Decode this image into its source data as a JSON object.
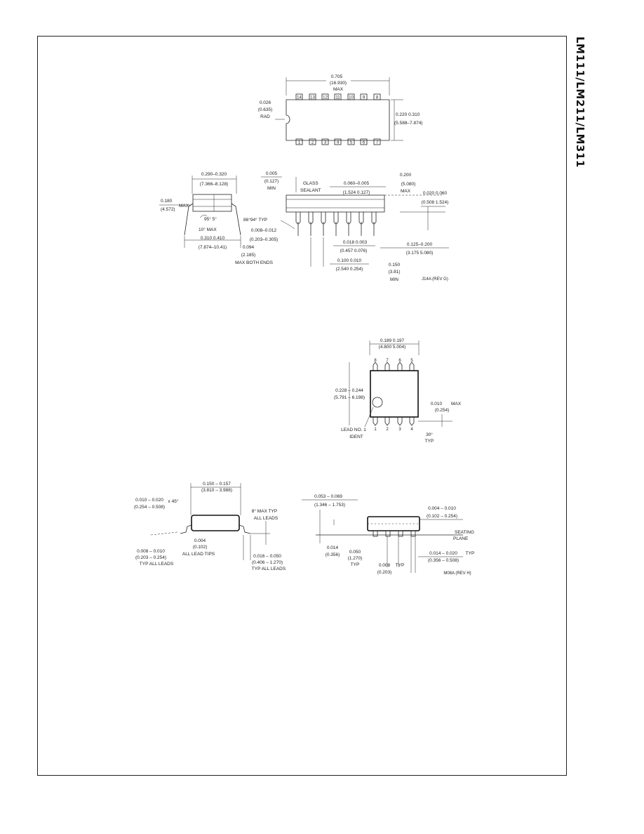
{
  "header": {
    "side_title": "LM111/LM211/LM311"
  },
  "dip14_top": {
    "top_pins": [
      "14",
      "13",
      "12",
      "11",
      "10",
      "9",
      "8"
    ],
    "bottom_pins": [
      "1",
      "2",
      "3",
      "4",
      "5",
      "6",
      "7"
    ],
    "width_in": "0.705",
    "width_mm": "(16.930)",
    "width_note": "MAX",
    "rad_in": "0.026",
    "rad_mm": "(0.635)",
    "rad_label": "RAD",
    "height_in": "0.220 0.310",
    "height_mm": "(5.588–7.874)"
  },
  "dip14_side": {
    "end_width_in": "0.290–0.320",
    "end_width_mm": "(7.366–8.128)",
    "height_in": "0.180",
    "height_mm": "(4.572)",
    "height_note": "MAX",
    "angle1": "95° 5°",
    "angle2": "10° MAX",
    "lead_spread_in": "0.310 0.410",
    "lead_spread_mm": "(7.874–10.41)",
    "min_in": "0.005",
    "min_mm": "(0.127)",
    "min_note": "MIN",
    "glass": "GLASS",
    "sealant": "SEALANT",
    "shoulder_in": "0.060–0.005",
    "shoulder_mm": "(1.524  0.127)",
    "max_h_in": "0.200",
    "max_h_mm": "(5.080)",
    "max_h_note": "MAX",
    "standoff_in": "0.020  0.060",
    "standoff_mm": "(0.508  1.524)",
    "angle_typ": "86°94° TYP",
    "thick_in": "0.008–0.012",
    "thick_mm": "(0.203–0.305)",
    "end_in": "0.094",
    "end_mm": "(2.185)",
    "end_note": "MAX BOTH ENDS",
    "lead_w_in": "0.018  0.003",
    "lead_w_mm": "(0.457  0.076)",
    "pitch_in": "0.100  0.010",
    "pitch_mm": "(2.540  0.254)",
    "seat_in": "0.125–0.200",
    "seat_mm": "(3.175  5.080)",
    "lead_len_in": "0.150",
    "lead_len_mm": "(3.81)",
    "lead_len_note": "MIN",
    "drawing_id": "J14A (REV G)"
  },
  "so8_top": {
    "top_pins": [
      "8",
      "7",
      "6",
      "5"
    ],
    "bottom_pins": [
      "1",
      "2",
      "3",
      "4"
    ],
    "width_in": "0.189  0.197",
    "width_mm": "(4.800  5.004)",
    "height_in": "0.228 – 0.244",
    "height_mm": "(5.791 – 6.198)",
    "lead_max_in": "0.010",
    "lead_max_note": "MAX",
    "lead_max_mm": "(0.254)",
    "ident1": "LEAD NO. 1",
    "ident2": "IDENT",
    "angle": "30°",
    "angle_note": "TYP"
  },
  "so8_end": {
    "width_in": "0.150 – 0.157",
    "width_mm": "(3.810 – 3.988)",
    "chamfer_in": "0.010 – 0.020",
    "chamfer_note": "x 45°",
    "chamfer_mm": "(0.254 – 0.508)",
    "angle": "8° MAX TYP",
    "angle_note": "ALL LEADS",
    "tip_in": "0.004",
    "tip_mm": "(0.102)",
    "tip_note": "ALL LEAD TIPS",
    "lead_t_in": "0.008 – 0.010",
    "lead_t_mm": "(0.203 – 0.254)",
    "lead_t_note": "TYP ALL LEADS",
    "foot_in": "0.016 – 0.050",
    "foot_mm": "(0.406 – 1.270)",
    "foot_note": "TYP ALL LEADS"
  },
  "so8_side": {
    "height_in": "0.053 – 0.069",
    "height_mm": "(1.346 – 1.753)",
    "standoff_in": "0.004 – 0.010",
    "standoff_mm": "(0.102 – 0.254)",
    "seating": "SEATING",
    "plane": "PLANE",
    "lead_in": "0.014",
    "lead_mm": "(0.356)",
    "pitch_in": "0.050",
    "pitch_mm": "(1.270)",
    "pitch_note": "TYP",
    "gap_in": "0.008",
    "gap_note": "TYP",
    "gap_mm": "(0.203)",
    "lead_w_in": "0.014 – 0.020",
    "lead_w_note": "TYP",
    "lead_w_mm": "(0.356 – 0.508)",
    "drawing_id": "M08A (REV H)"
  }
}
